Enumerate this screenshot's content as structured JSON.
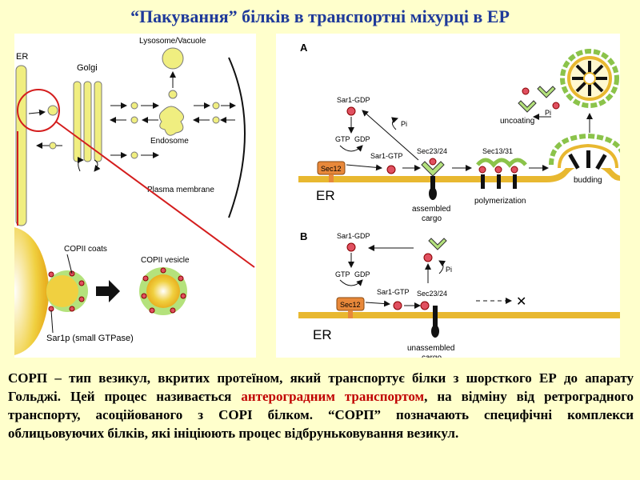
{
  "title": "“Пакування” білків в транспортні міхурці в ЕР",
  "left_diagram": {
    "er": "ER",
    "golgi": "Golgi",
    "lysosome": "Lysosome/Vacuole",
    "endosome": "Endosome",
    "plasma_membrane": "Plasma membrane",
    "copii_coats": "COPII coats",
    "copii_vesicle": "COPII vesicle",
    "sar1p": "Sar1p (small GTPase)"
  },
  "right_diagram": {
    "label_a": "A",
    "label_b": "B",
    "sar1_gdp": "Sar1-GDP",
    "gtp": "GTP",
    "gdp": "GDP",
    "pi": "Pi",
    "sar1_gtp": "Sar1-GTP",
    "sec12": "Sec12",
    "sec23_24": "Sec23/24",
    "sec13_31": "Sec13/31",
    "uncoating": "uncoating",
    "er": "ER",
    "assembled": "assembled",
    "cargo": "cargo",
    "polymerization": "polymerization",
    "budding": "budding",
    "unassembled": "unassembled",
    "x_mark": "✕"
  },
  "caption": {
    "part1": "СОРП – тип везикул, вкритих протеїном, який транспортує білки з шорсткого ЕР до апарату Гольджі. Цей процес називається ",
    "highlight": "антероградним транспортом",
    "part2": ", на відміну від ретроградного транспорту, асоційованого з COPI білком. “COPП” позначають специфічні комплекси облицьовуючих білків, які ініціюють процес відбруньковування везикул."
  },
  "colors": {
    "background": "#ffffcc",
    "title": "#1f3a9a",
    "highlight": "#c00000",
    "organelle": "#f0ee80",
    "membrane": "#e8b830",
    "sec12": "#e8883a",
    "coat": "#b4e27c",
    "sar1": "#e05060"
  }
}
